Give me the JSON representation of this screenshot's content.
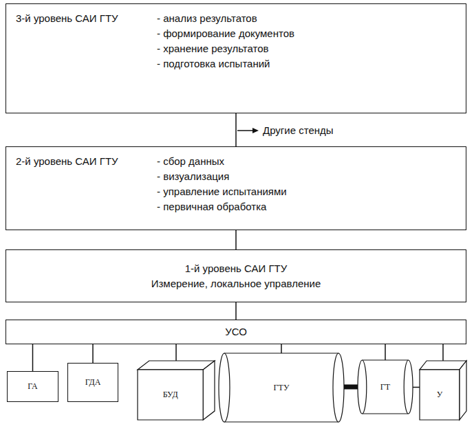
{
  "diagram": {
    "nodes": [
      {
        "text": [
          "3-й уровень САИ ГТУ",
          "- анализ результатов",
          "- формирование документов",
          "- хранение результатов",
          "- подготовка испытаний"
        ]
      },
      {
        "text": [
          "2-й уровень САИ ГТУ",
          "- сбор данных",
          "- визуализация",
          "- управление испытаниями",
          "- первичная обработка"
        ]
      },
      {
        "text": [
          "1-й уровень САИ ГТУ",
          "Измерение, локальное управление"
        ]
      },
      {
        "text": [
          "УСО"
        ]
      },
      {
        "text": [
          "ГА"
        ]
      },
      {
        "text": [
          "ГДА"
        ]
      },
      {
        "text": [
          "БУД"
        ]
      },
      {
        "text": [
          "ГТУ"
        ]
      },
      {
        "text": [
          "ГТ"
        ]
      },
      {
        "text": [
          "У"
        ]
      }
    ],
    "edges": [
      {
        "from": 0,
        "to": 1,
        "arrow": "none"
      },
      {
        "from": 1,
        "to": 2,
        "arrow": "none"
      },
      {
        "from": 2,
        "to": 3,
        "arrow": "none"
      },
      {
        "from": 3,
        "to": 4,
        "arrow": "none"
      },
      {
        "from": 3,
        "to": 5,
        "arrow": "none"
      },
      {
        "from": 3,
        "to": 6,
        "arrow": "none"
      },
      {
        "from": 3,
        "to": 7,
        "arrow": "none"
      },
      {
        "from": 3,
        "to": 8,
        "arrow": "none"
      },
      {
        "from": 3,
        "to": 9,
        "arrow": "none"
      },
      {
        "from": 7,
        "to": 8,
        "arrow": "none"
      },
      {
        "from": 8,
        "to": 9,
        "arrow": "none"
      }
    ],
    "labels": [
      "Другие стенды"
    ]
  }
}
